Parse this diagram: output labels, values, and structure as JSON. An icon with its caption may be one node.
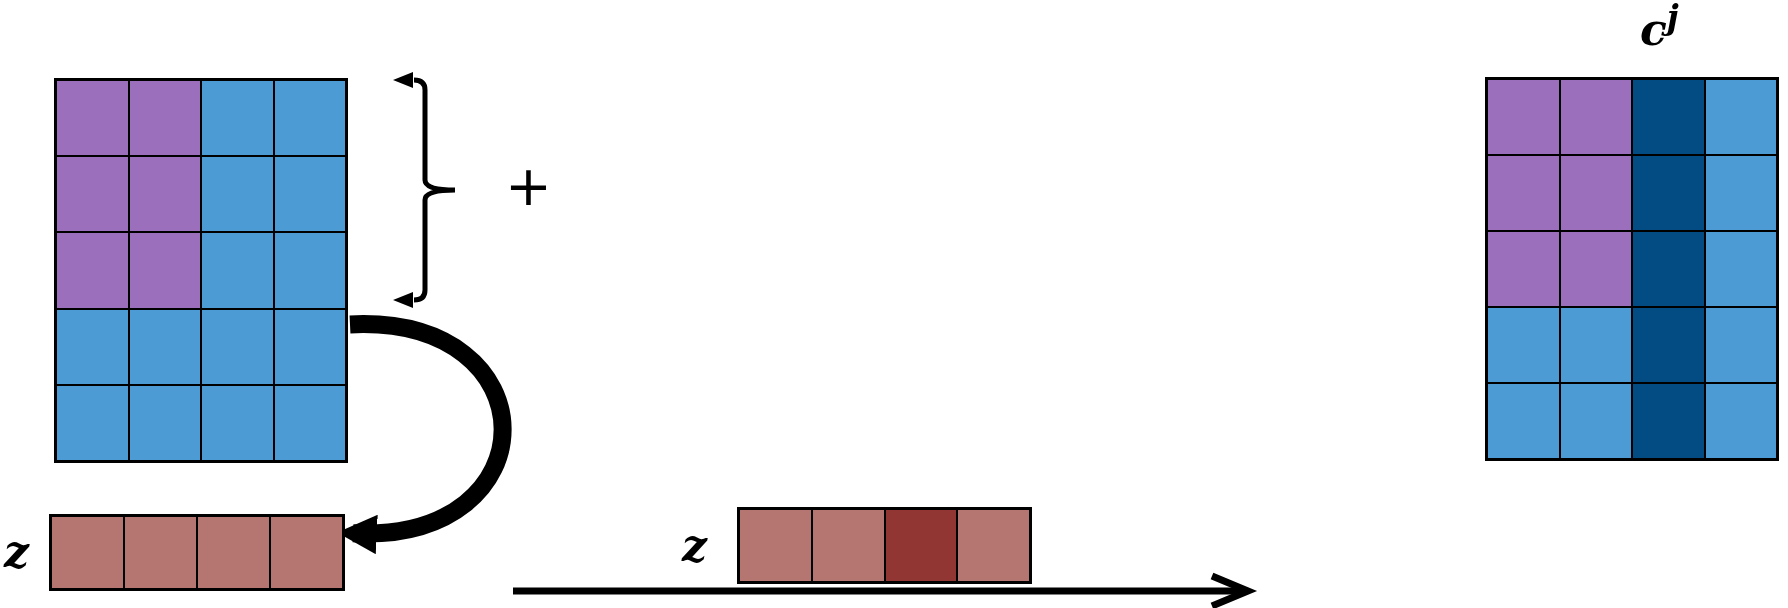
{
  "diagram": {
    "nodes": [
      {
        "text": [],
        "shape": "box"
      },
      {
        "text": [],
        "shape": "box",
        "beside": [
          "z"
        ]
      },
      {
        "text": [],
        "shape": "box",
        "beside": [
          "z"
        ]
      },
      {
        "text": [],
        "shape": "box",
        "beside": [
          "c$^{j}$"
        ]
      }
    ],
    "edges": [
      {
        "from": 0,
        "to": 1,
        "arrow": "to"
      }
    ],
    "labels": [
      "+"
    ]
  }
}
